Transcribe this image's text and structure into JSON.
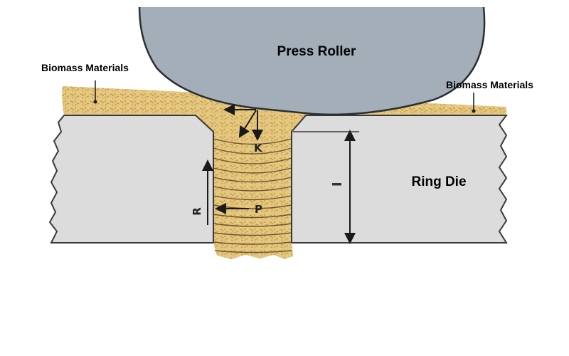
{
  "diagram": {
    "title": "Ring die pelletizing: press roller compressing biomass into die hole",
    "components": {
      "press_roller": {
        "label": "Press Roller"
      },
      "ring_die": {
        "label": "Ring Die"
      },
      "biomass_left": {
        "label": "Biomass Materials"
      },
      "biomass_right": {
        "label": "Biomass Materials"
      }
    },
    "symbols": {
      "k": "K",
      "p": "P",
      "r": "R",
      "l": "l"
    },
    "colors": {
      "roller": "#a3aeb8",
      "roller_edge": "#2b2f33",
      "die": "#dcdcdc",
      "die_edge": "#3a3a3a",
      "biomass": "#e2c37a",
      "biomass_speck": "#c99a3a",
      "layer_line": "#6b5430",
      "arrow": "#1a1a1a"
    }
  }
}
